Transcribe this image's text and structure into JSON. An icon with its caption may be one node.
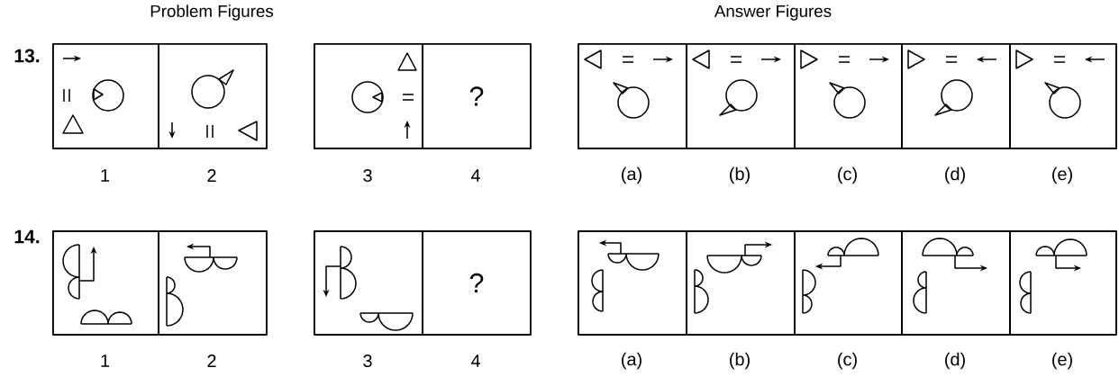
{
  "diagram": {
    "nodes": [
      {
        "text": [],
        "shape": "box",
        "beside": [
          "1"
        ]
      },
      {
        "text": [],
        "shape": "box",
        "beside": [
          "2"
        ]
      },
      {
        "text": [],
        "shape": "box",
        "beside": [
          "3"
        ]
      },
      {
        "text": [
          "?"
        ],
        "beside": [
          "4"
        ]
      },
      {
        "text": [],
        "shape": "box",
        "beside": [
          "(a)"
        ]
      },
      {
        "text": [],
        "shape": "box",
        "beside": [
          "(b)"
        ]
      },
      {
        "text": [],
        "shape": "box",
        "beside": [
          "(c)"
        ]
      },
      {
        "text": [],
        "shape": "box",
        "beside": [
          "(d)"
        ]
      },
      {
        "text": [],
        "shape": "box",
        "beside": [
          "(e)"
        ]
      },
      {
        "text": [],
        "shape": "box",
        "beside": [
          "1"
        ]
      },
      {
        "text": [],
        "shape": "box",
        "beside": [
          "2"
        ]
      },
      {
        "text": [],
        "shape": "box",
        "beside": [
          "3"
        ]
      },
      {
        "text": [
          "?"
        ],
        "beside": [
          "4"
        ]
      },
      {
        "text": [],
        "shape": "box",
        "beside": [
          "(a)"
        ]
      },
      {
        "text": [],
        "shape": "box",
        "beside": [
          "(b)"
        ]
      },
      {
        "text": [],
        "shape": "box",
        "beside": [
          "(c)"
        ]
      },
      {
        "text": [],
        "shape": "box",
        "beside": [
          "(d)"
        ]
      },
      {
        "text": [],
        "shape": "box",
        "beside": [
          "(e)"
        ]
      }
    ],
    "labels": [
      "Problem Figures",
      "Answer Figures",
      "13.",
      "14."
    ]
  }
}
